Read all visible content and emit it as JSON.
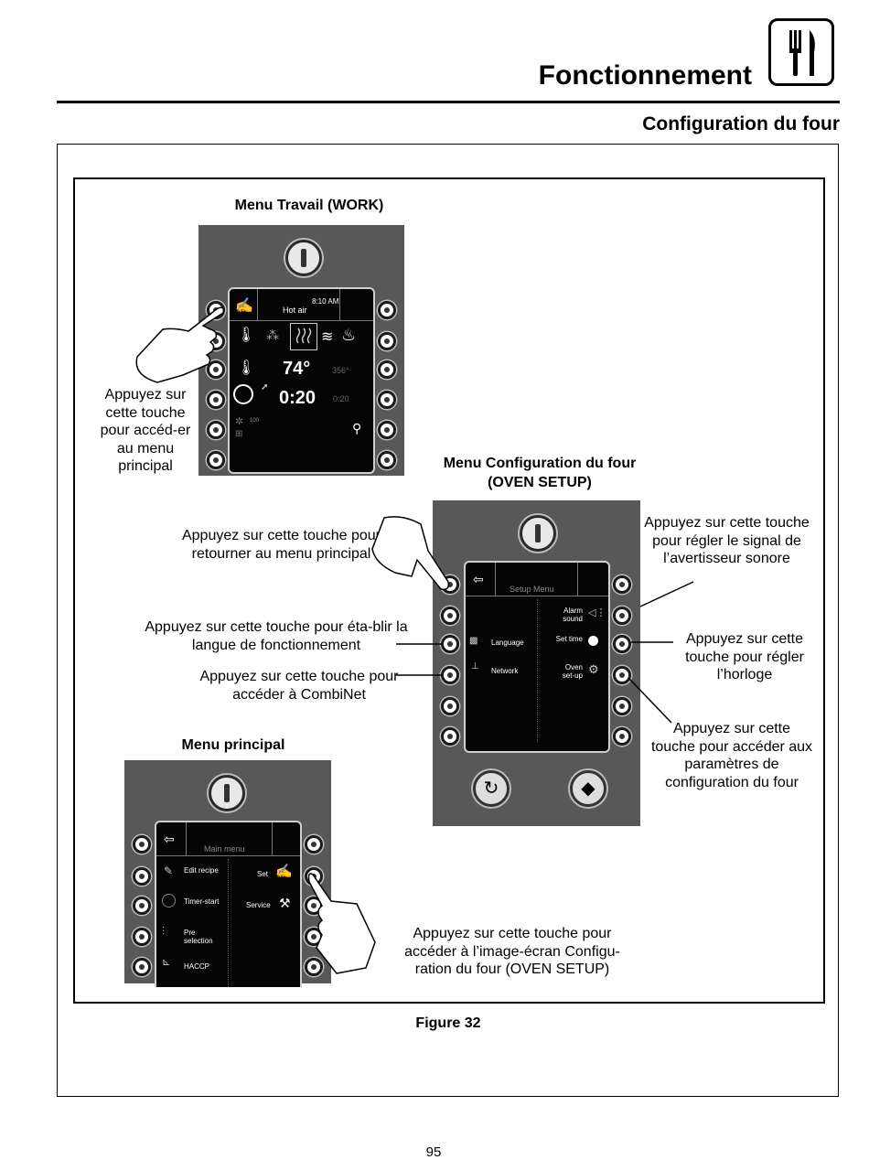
{
  "header": {
    "section_title": "Fonctionnement",
    "subtitle": "Configuration du four",
    "logo_icon": "fork-knife-icon"
  },
  "diagram": {
    "work_menu": {
      "title": "Menu Travail (WORK)",
      "screen": {
        "time": "8:10 AM",
        "mode": "Hot air",
        "temp": "74°",
        "temp_set": "356°",
        "timer": "0:20",
        "timer_set": "0:20",
        "fan": "100"
      },
      "callout": "Appuyez sur cette touche pour accéd-er au menu principal"
    },
    "oven_setup": {
      "title_line1": "Menu Configuration du four",
      "title_line2": "(OVEN SETUP)",
      "screen": {
        "header": "Setup Menu",
        "alarm": "Alarm sound",
        "language": "Language",
        "set_time": "Set time",
        "network": "Network",
        "oven_setup": "Oven set-up"
      },
      "callouts": {
        "return": "Appuyez sur cette touche pour retourner au menu principal",
        "language": "Appuyez sur cette touche pour éta-blir la langue de fonctionnement",
        "combinet": "Appuyez sur cette touche pour accéder à CombiNet",
        "alarm": "Appuyez sur cette touche pour régler le signal de l’avertisseur sonore",
        "clock": "Appuyez sur cette touche pour régler l’horloge",
        "setup": "Appuyez sur cette touche pour accéder aux paramètres de configuration du four"
      }
    },
    "main_menu": {
      "title": "Menu principal",
      "screen": {
        "header": "Main menu",
        "edit": "Edit recipe",
        "timer": "Timer-start",
        "pre": "Pre selection",
        "haccp": "HACCP",
        "set": "Set",
        "service": "Service"
      },
      "callout": "Appuyez sur cette touche pour accéder à l’image-écran Configu-ration du four (OVEN SETUP)"
    }
  },
  "figure_caption": "Figure 32",
  "page_number": "95"
}
